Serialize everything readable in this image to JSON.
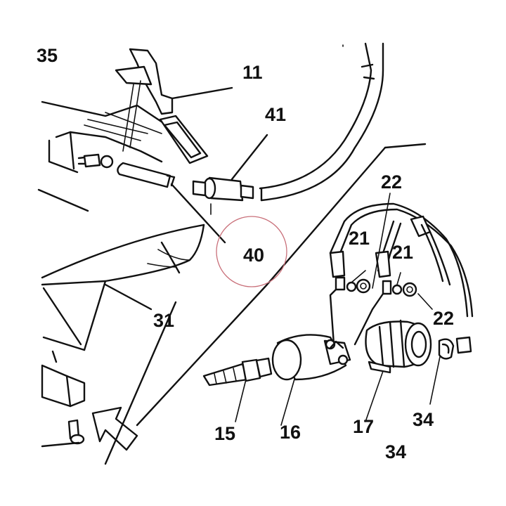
{
  "callouts": {
    "c35": "35",
    "c11": "11",
    "c41": "41",
    "c40": "40",
    "c31": "31",
    "c22a": "22",
    "c21a": "21",
    "c21b": "21",
    "c22b": "22",
    "c15": "15",
    "c16": "16",
    "c17": "17",
    "c34a": "34",
    "c34b": "34"
  },
  "highlight": {
    "target": "40",
    "color": "#c9707a"
  }
}
